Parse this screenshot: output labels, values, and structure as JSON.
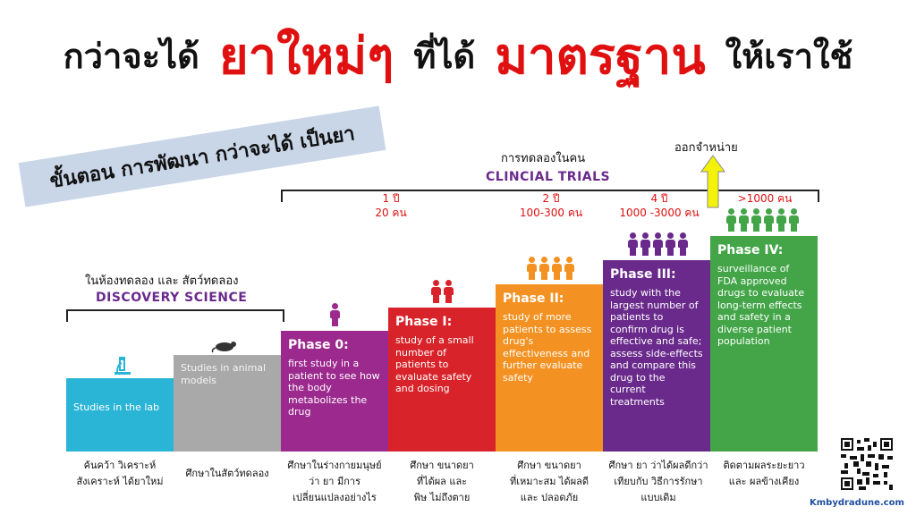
{
  "title": {
    "part1": "กว่าจะได้",
    "part2": "ยาใหม่ๆ",
    "part3": "ที่ได้",
    "part4": "มาตรฐาน",
    "part5": "ให้เราใช้"
  },
  "banner": "ขั้นตอน การพัฒนา กว่าจะได้ เป็นยา",
  "discovery": {
    "thai": "ในห้องทดลอง และ สัตว์ทดลอง",
    "label": "DISCOVERY SCIENCE"
  },
  "clinical": {
    "thai": "การทดลองในคน",
    "label": "CLINCIAL TRIALS"
  },
  "release": "ออกจำหน่าย",
  "durations": [
    {
      "line1": "1 ปี",
      "line2": "20 คน"
    },
    {
      "line1": "2 ปี",
      "line2": "100-300 คน"
    },
    {
      "line1": "4 ปี",
      "line2": "1000 -3000 คน"
    },
    {
      "line1": ">1000 คน",
      "line2": ""
    }
  ],
  "steps": [
    {
      "phase": "",
      "desc": "Studies in the lab",
      "color": "#2ab4d6"
    },
    {
      "phase": "",
      "desc": "Studies in animal models",
      "color": "#a9a9a9"
    },
    {
      "phase": "Phase 0:",
      "desc": "first study in a patient to see how the body metabolizes the drug",
      "color": "#9c2a8e"
    },
    {
      "phase": "Phase I:",
      "desc": "study of a small number of patients to evaluate safety and dosing",
      "color": "#d8232a"
    },
    {
      "phase": "Phase II:",
      "desc": "study of more patients to assess drug's effectiveness and further evaluate safety",
      "color": "#f39222"
    },
    {
      "phase": "Phase III:",
      "desc": "study with the largest number of patients to confirm drug is effective and safe; assess side-effects and compare this drug to the current treatments",
      "color": "#6a2a8c"
    },
    {
      "phase": "Phase IV:",
      "desc": "surveillance of FDA approved drugs to evaluate long-term effects and safety in a diverse patient population",
      "color": "#43a548"
    }
  ],
  "captions": [
    {
      "l1": "ค้นคว้า วิเคราะห์",
      "l2": "สังเคราะห์ ได้ยาใหม่",
      "l3": ""
    },
    {
      "l1": "ศึกษาในสัตว์ทดลอง",
      "l2": "",
      "l3": ""
    },
    {
      "l1": "ศึกษาในร่างกายมนุษย์",
      "l2": "ว่า ยา มีการ",
      "l3": "เปลี่ยนแปลงอย่างไร"
    },
    {
      "l1": "ศึกษา ขนาดยา",
      "l2": "ที่ได้ผล และ",
      "l3": "พิษ ไม่ถึงตาย"
    },
    {
      "l1": "ศึกษา ขนาดยา",
      "l2": "ที่เหมาะสม ได้ผลดี",
      "l3": "และ ปลอดภัย"
    },
    {
      "l1": "ศึกษา ยา ว่าได้ผลดีกว่า",
      "l2": "เทียบกับ วิธีการรักษา",
      "l3": "แบบเดิม"
    },
    {
      "l1": "ติดตามผลระยะยาว",
      "l2": "และ ผลข้างเคียง",
      "l3": ""
    }
  ],
  "people_counts": [
    1,
    2,
    4,
    5,
    6
  ],
  "icons": {
    "lab": "microscope-icon",
    "animal": "mouse-icon",
    "release": "arrow-up-icon"
  },
  "website": "Kmbydradune.com"
}
